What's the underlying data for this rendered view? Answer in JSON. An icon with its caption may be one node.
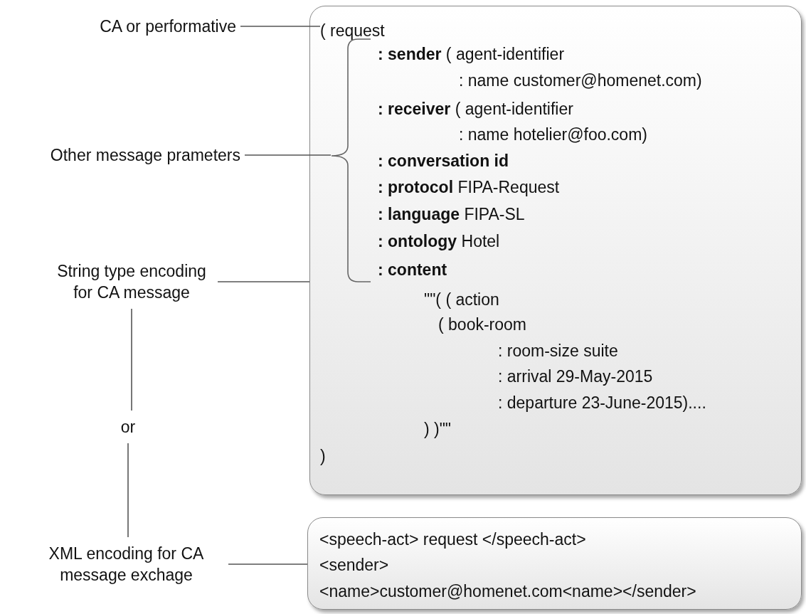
{
  "diagram": {
    "nodes": [
      {
        "text": [
          "CA or performative"
        ]
      },
      {
        "text": [],
        "shape": "box"
      },
      {
        "text": [
          "( request"
        ],
        "in": 1
      },
      {
        "text": [
          "**: sender** ( agent-identifier",
          ": name customer@homenet.com)",
          "**: receiver** ( agent-identifier",
          ": name hotelier@foo.com)",
          "**: conversation id**",
          "**: protocol** FIPA-Request",
          "**: language** FIPA-SL",
          "**: ontology** Hotel",
          "**: content**"
        ],
        "in": 1
      },
      {
        "text": [
          "\"\"( ( action",
          "( book-room",
          ": room-size suite",
          ": arrival 29-May-2015",
          ": departure 23-June-2015)....",
          ") )\"\"",
          ")"
        ],
        "in": 1
      },
      {
        "text": [
          "Other message prameters"
        ]
      },
      {
        "text": [
          "String type encoding for CA message"
        ]
      },
      {
        "text": [
          "or"
        ]
      },
      {
        "text": [
          "XML encoding for CA message exchage"
        ]
      },
      {
        "text": [
          "<speech-act> request </speech-act>",
          "<sender>",
          "<name>customer@homenet.com<name></sender>"
        ]
      }
    ],
    "edges": [
      {
        "from": 0,
        "to": 2,
        "arrow": "none"
      },
      {
        "from": 5,
        "to": 3,
        "arrow": "none"
      },
      {
        "from": 6,
        "to": 1,
        "arrow": "none"
      },
      {
        "from": 6,
        "to": 7,
        "arrow": "none"
      },
      {
        "from": 7,
        "to": 8,
        "arrow": "none"
      },
      {
        "from": 8,
        "to": 9,
        "arrow": "none"
      }
    ]
  }
}
